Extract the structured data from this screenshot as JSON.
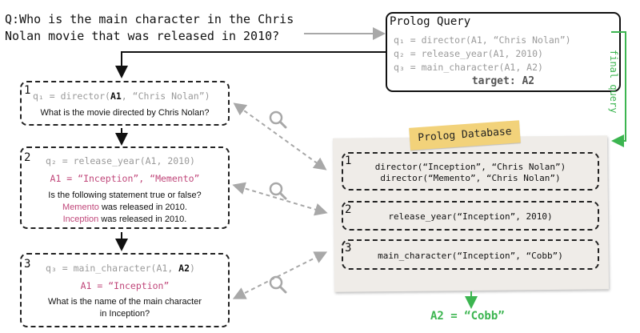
{
  "question": {
    "line1": "Q:Who is the main character in the Chris",
    "line2": "Nolan movie that was released in 2010?"
  },
  "prolog_query": {
    "title": "Prolog Query",
    "lines": [
      {
        "sub": "q₁ = ",
        "pred": "director(A1, “Chris Nolan”)"
      },
      {
        "sub": "q₂ = ",
        "pred": "release_year(A1, 2010)"
      },
      {
        "sub": "q₃ = ",
        "pred": "main_character(A1, A2)"
      }
    ],
    "target": "target: A2",
    "final_query_label": "final query"
  },
  "steps": [
    {
      "num": "1",
      "query_pre": "q₁ = director(",
      "query_bold": "A1",
      "query_post": ", “Chris Nolan”)",
      "question": "What is the movie directed by Chris Nolan?"
    },
    {
      "num": "2",
      "query": "q₂ = release_year(A1, 2010)",
      "binding": "A1 = “Inception”, “Memento”",
      "question": "Is the following statement true or false?",
      "stmt1_name": "Memento",
      "stmt1_rest": " was released in 2010.",
      "stmt2_name": "Inception",
      "stmt2_rest": " was released in 2010."
    },
    {
      "num": "3",
      "query_pre": "q₃ = main_character(A1, ",
      "query_bold": "A2",
      "query_post": ")",
      "binding": "A1 = “Inception”",
      "question_l1": "What is the name of the main character",
      "question_l2": "in Inception?"
    }
  ],
  "database": {
    "title": "Prolog Database",
    "entries": [
      {
        "num": "1",
        "lines": [
          "director(“Inception”, “Chris Nolan”)",
          "director(“Memento”, “Chris Nolan”)"
        ]
      },
      {
        "num": "2",
        "lines": [
          "release_year(“Inception”, 2010)"
        ]
      },
      {
        "num": "3",
        "lines": [
          "main_character(“Inception”, “Cobb”)"
        ]
      }
    ]
  },
  "answer": "A2 = “Cobb”",
  "colors": {
    "accent_green": "#3cb550",
    "highlight_pink": "#c0477a",
    "label_tape": "#f2d27a",
    "paper": "#efece8",
    "arrow_gray": "#a8a8a8"
  },
  "icons": [
    "magnifier-icon",
    "magnifier-icon",
    "magnifier-icon"
  ]
}
